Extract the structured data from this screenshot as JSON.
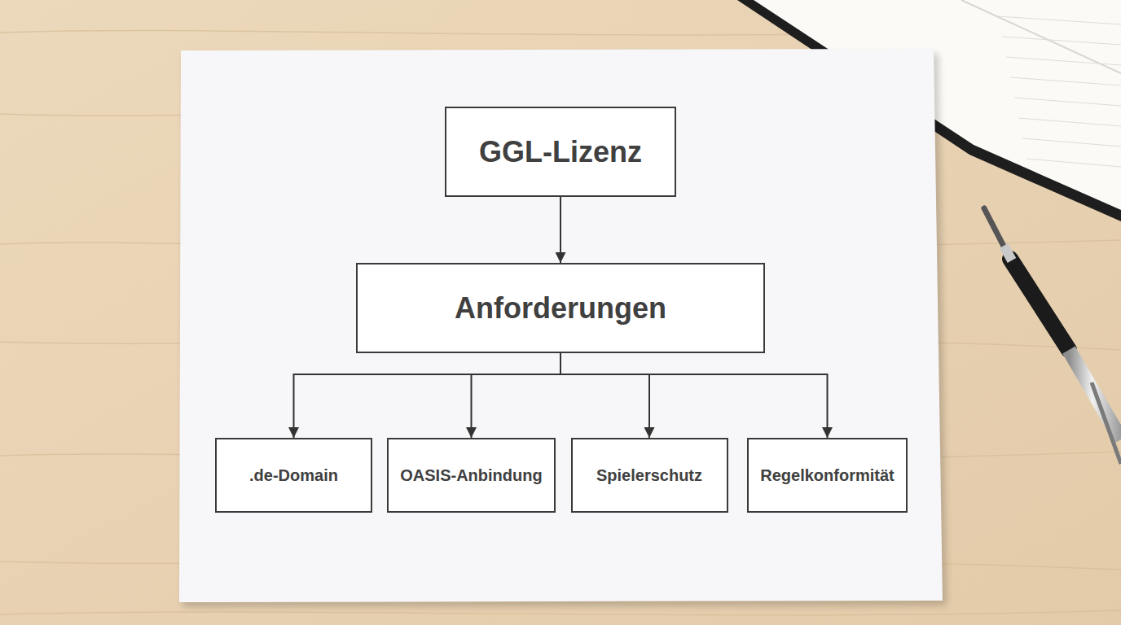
{
  "diagram": {
    "nodes": [
      {
        "text": [
          "GGL-Lizenz"
        ]
      },
      {
        "text": [
          "Anforderungen"
        ]
      },
      {
        "text": [
          ".de-Domain"
        ]
      },
      {
        "text": [
          "OASIS-Anbindung"
        ]
      },
      {
        "text": [
          "Spielerschutz"
        ]
      },
      {
        "text": [
          "Regelkonformität"
        ]
      }
    ],
    "edges": [
      {
        "from": 0,
        "to": 1,
        "arrow": "to"
      },
      {
        "from": 1,
        "to": 2,
        "arrow": "to"
      },
      {
        "from": 1,
        "to": 3,
        "arrow": "to"
      },
      {
        "from": 1,
        "to": 4,
        "arrow": "to"
      },
      {
        "from": 1,
        "to": 5,
        "arrow": "to"
      }
    ]
  }
}
